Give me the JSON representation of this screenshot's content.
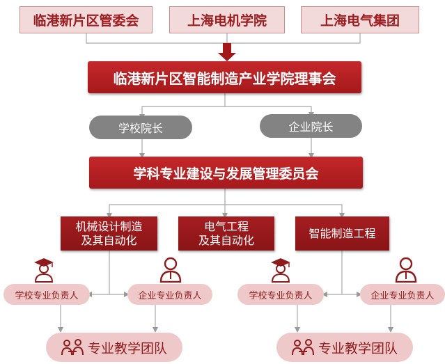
{
  "top_partners": [
    "临港新片区管委会",
    "上海电机学院",
    "上海电气集团"
  ],
  "council": "临港新片区智能制造产业学院理事会",
  "deans": [
    "学校院长",
    "企业院长"
  ],
  "committee": "学科专业建设与发展管理委员会",
  "majors": [
    {
      "line1": "机械设计制造",
      "line2": "及其自动化"
    },
    {
      "line1": "电气工程",
      "line2": "及其自动化"
    },
    {
      "line1": "智能制造工程",
      "line2": ""
    }
  ],
  "leads": {
    "school": "学校专业负责人",
    "enterprise": "企业专业负责人"
  },
  "team": "专业教学团队",
  "icons": {
    "school_lead": "graduate-person-icon",
    "enterprise_lead": "person-icon",
    "team": "teaching-team-icon"
  },
  "colors": {
    "primary_red": "#b3201f",
    "light_pink": "#efc9c9",
    "gray": "#838383"
  }
}
